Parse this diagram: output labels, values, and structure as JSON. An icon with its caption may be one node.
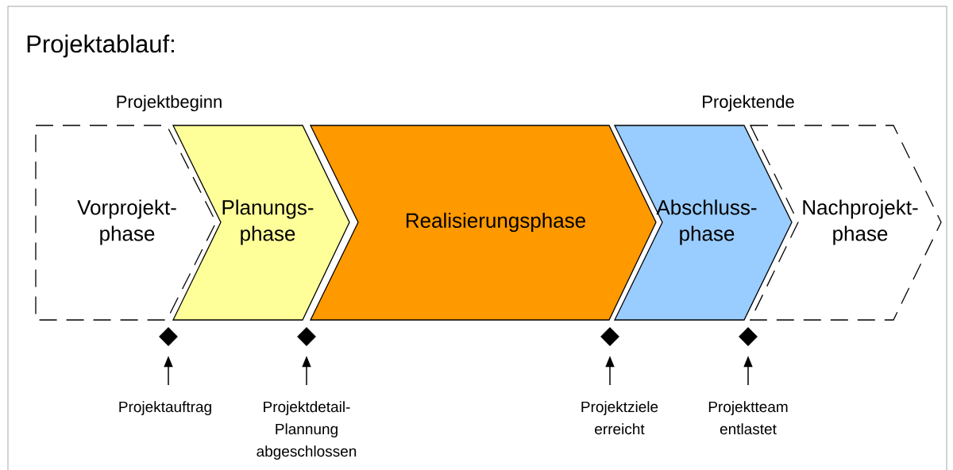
{
  "diagram": {
    "title": "Projektablauf:",
    "nodes": [
      {
        "text": [
          "Vorprojekt- phase"
        ]
      },
      {
        "text": [
          "Planungs- phase"
        ]
      },
      {
        "text": [
          "Realisierungsphase"
        ]
      },
      {
        "text": [
          "Abschluss- phase"
        ]
      },
      {
        "text": [
          "Nachprojekt- phase"
        ]
      },
      {
        "text": [],
        "shape": "diamond"
      },
      {
        "text": [],
        "shape": "diamond"
      },
      {
        "text": [],
        "shape": "diamond"
      },
      {
        "text": [],
        "shape": "diamond"
      },
      {
        "text": [
          "Projektauftrag"
        ]
      },
      {
        "text": [
          "Projektdetail- Plannung abgeschlossen"
        ]
      },
      {
        "text": [
          "Projektziele erreicht"
        ]
      },
      {
        "text": [
          "Projektteam entlastet"
        ]
      }
    ],
    "edges": [
      {
        "from": 9,
        "to": 5,
        "arrow": "to"
      },
      {
        "from": 10,
        "to": 6,
        "arrow": "to"
      },
      {
        "from": 11,
        "to": 7,
        "arrow": "to"
      },
      {
        "from": 12,
        "to": 8,
        "arrow": "to"
      }
    ],
    "labels": [
      "Projektbeginn",
      "Projektende"
    ]
  }
}
